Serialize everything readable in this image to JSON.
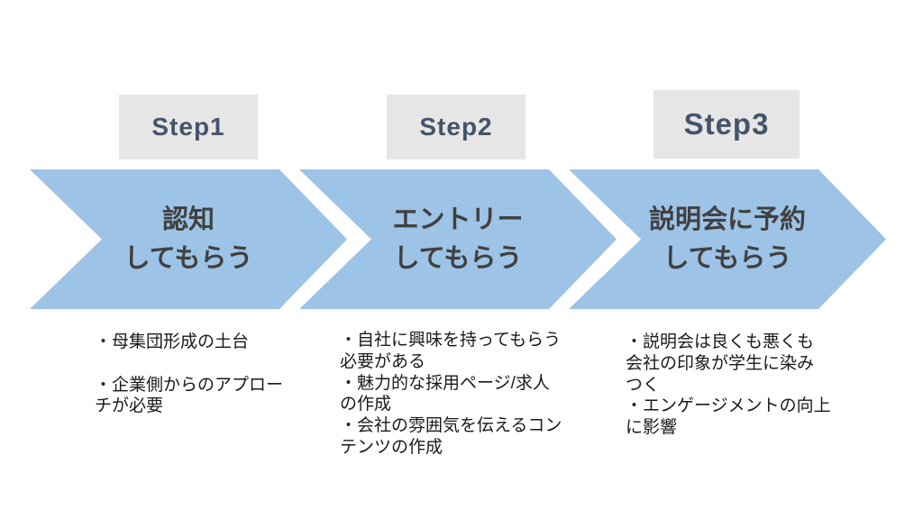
{
  "title": "採用ステップ図（認知→エントリー→説明会予約）",
  "colors": {
    "background": "#ffffff",
    "chevron_blue": "#9dc3e6",
    "step_box_gray": "#e7e6e6",
    "step_text": "#44546a",
    "chevron_text": "#404040",
    "body_text": "#1a1a1a"
  },
  "steps": [
    {
      "label": "Step1",
      "title": "認知\nしてもらう",
      "notes": "・母集団形成の土台\n\n・企業側からのアプロー\nチが必要"
    },
    {
      "label": "Step2",
      "title": "エントリー\nしてもらう",
      "notes": "・自社に興味を持ってもらう\n必要がある\n・魅力的な採用ページ/求人\nの作成\n・会社の雰囲気を伝えるコン\nテンツの作成"
    },
    {
      "label": "Step3",
      "title": "説明会に予約\nしてもらう",
      "notes": "・説明会は良くも悪くも\n会社の印象が学生に染み\nつく\n・エンゲージメントの向上\nに影響"
    }
  ]
}
